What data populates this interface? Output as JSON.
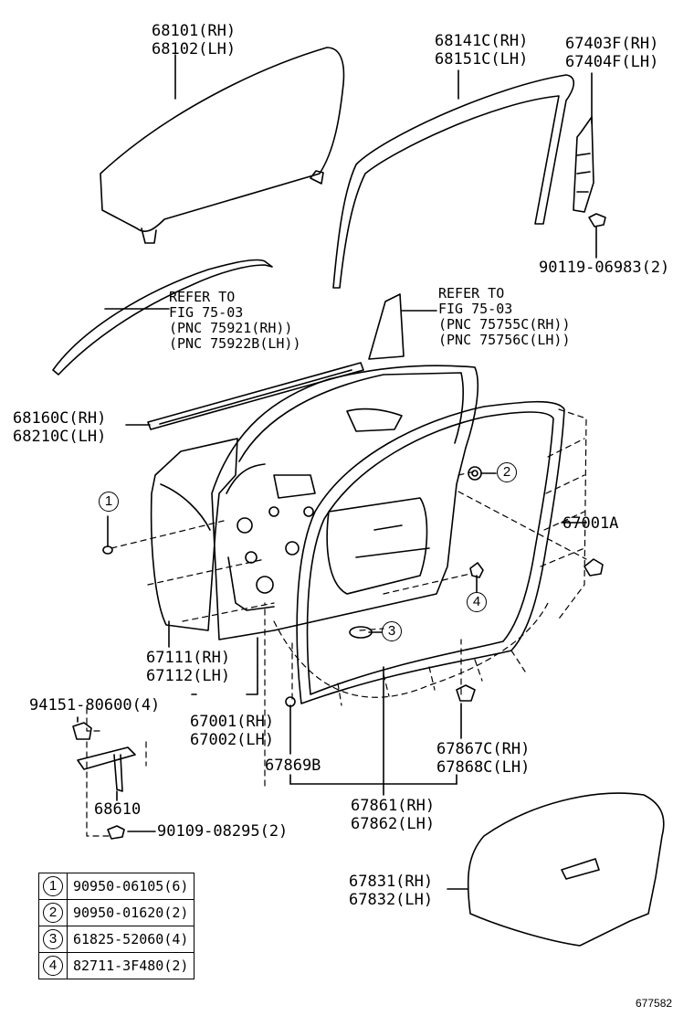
{
  "labels": {
    "front_door_glass": [
      "68101(RH)",
      "68102(LH)"
    ],
    "glass_run": [
      "68141C(RH)",
      "68151C(LH)"
    ],
    "channel_sub": [
      "67403F(RH)",
      "67404F(LH)"
    ],
    "screw_90119": "90119-06983(2)",
    "refer_left": [
      "REFER TO",
      "FIG 75-03",
      "(PNC 75921(RH))",
      "(PNC 75922B(LH))"
    ],
    "refer_right": [
      "REFER TO",
      "FIG 75-03",
      "(PNC 75755C(RH))",
      "(PNC 75756C(LH))"
    ],
    "weatherstrip_belt": [
      "68160C(RH)",
      "68210C(LH)"
    ],
    "service_hole_cover": "67001A",
    "callout_1": "1",
    "callout_2": "2",
    "callout_3": "3",
    "callout_4": "4",
    "service_cover": [
      "67111(RH)",
      "67112(LH)"
    ],
    "clip_94151": "94151-80600(4)",
    "door_panel": [
      "67001(RH)",
      "67002(LH)"
    ],
    "clip_67867": [
      "67867C(RH)",
      "67868C(LH)"
    ],
    "clip_67869": "67869B",
    "door_check": "68610",
    "bolt_90109": "90109-08295(2)",
    "weatherstrip_door": [
      "67861(RH)",
      "67862(LH)"
    ],
    "cover_sheet": [
      "67831(RH)",
      "67832(LH)"
    ],
    "figure_id": "677582"
  },
  "legend": [
    {
      "num": "1",
      "part": "90950-06105(6)"
    },
    {
      "num": "2",
      "part": "90950-01620(2)"
    },
    {
      "num": "3",
      "part": "61825-52060(4)"
    },
    {
      "num": "4",
      "part": "82711-3F480(2)"
    }
  ]
}
